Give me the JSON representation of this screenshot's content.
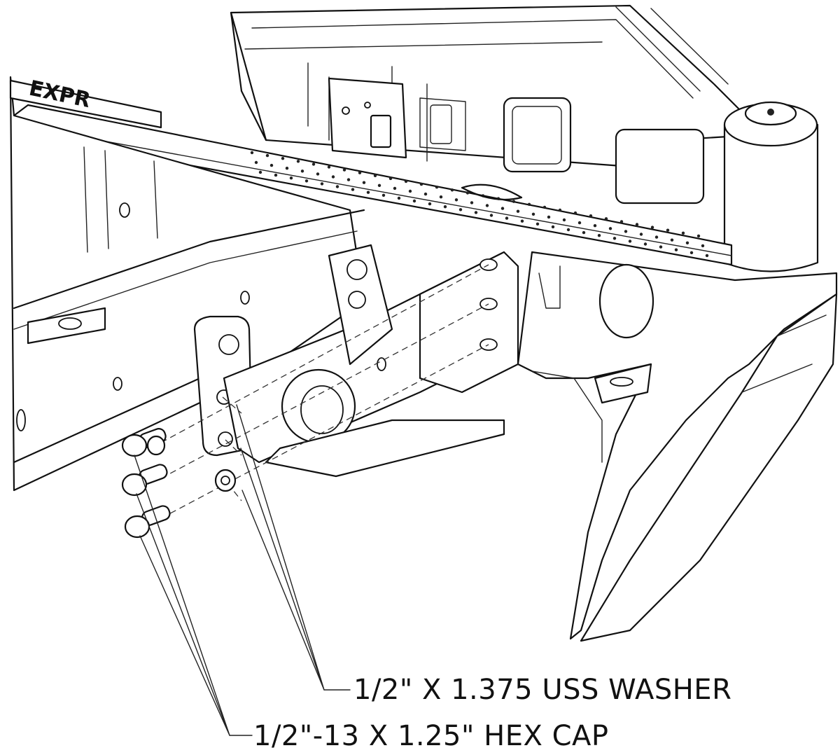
{
  "callouts": {
    "washer": "1/2\" X 1.375 USS WASHER",
    "hex_cap": "1/2\"-13 X 1.25\" HEX CAP"
  },
  "frame_stamp": "EXPR"
}
